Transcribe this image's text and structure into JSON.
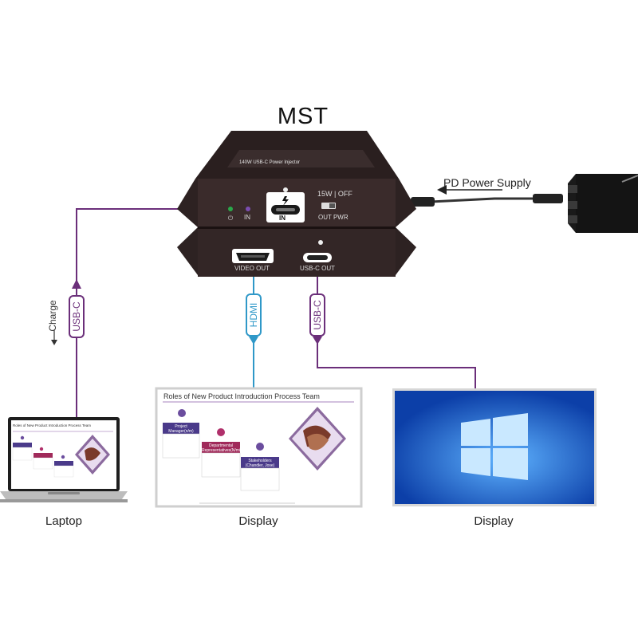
{
  "title": "MST",
  "device": {
    "top_label": "140W USB-C Power Injector",
    "in_label": "IN",
    "led_in_label": "IN",
    "switch_label": "15W | OFF",
    "out_pwr_label": "OUT PWR",
    "video_out_label": "VIDEO OUT",
    "usbc_out_label": "USB-C OUT"
  },
  "power_supply_label": "PD Power Supply",
  "cables": {
    "left": {
      "label": "USB-C",
      "color": "#6b2f7a"
    },
    "hdmi": {
      "label": "HDMI",
      "color": "#2f98c8"
    },
    "right": {
      "label": "USB-C",
      "color": "#6b2f7a"
    }
  },
  "charge_label": "Charge",
  "slide": {
    "title": "Roles of New Product Introduction Process Team",
    "box1": "Project Manager(n/m)",
    "box2": "Departmental Representatives(N/mids)",
    "box3": "Stakeholders (Chandler, Jose)"
  },
  "endpoints": {
    "laptop": "Laptop",
    "display_center": "Display",
    "display_right": "Display"
  }
}
